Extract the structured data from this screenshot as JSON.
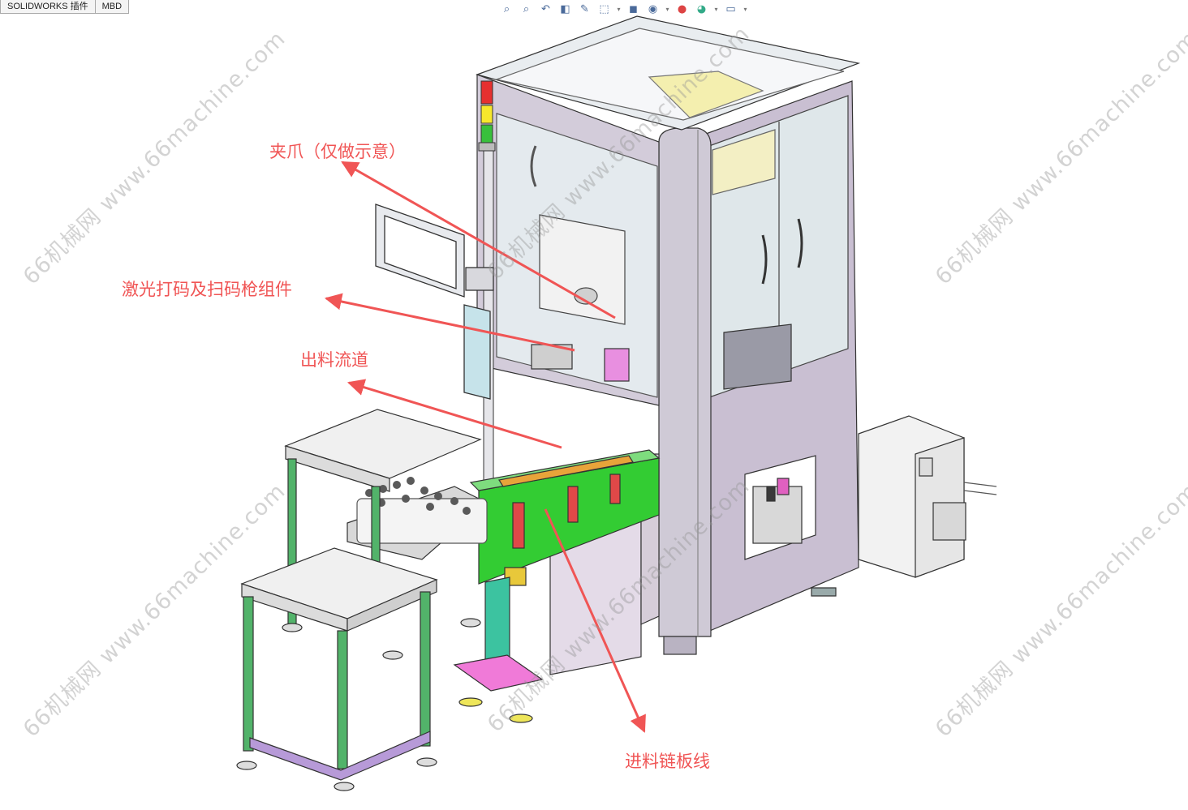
{
  "tabs": [
    {
      "label": "SOLIDWORKS 插件"
    },
    {
      "label": "MBD"
    }
  ],
  "toolbar": [
    {
      "icon": "zoom-to-fit-icon",
      "glyph": "⌕"
    },
    {
      "icon": "zoom-area-icon",
      "glyph": "⌕"
    },
    {
      "icon": "previous-view-icon",
      "glyph": "↶"
    },
    {
      "icon": "section-view-icon",
      "glyph": "◧"
    },
    {
      "icon": "dynamic-annotation-icon",
      "glyph": "✎"
    },
    {
      "icon": "view-orientation-icon",
      "glyph": "⬚"
    },
    {
      "icon": "display-style-icon",
      "glyph": "◼"
    },
    {
      "icon": "hide-show-items-icon",
      "glyph": "◉"
    },
    {
      "icon": "edit-appearance-icon",
      "glyph": "●"
    },
    {
      "icon": "apply-scene-icon",
      "glyph": "◕"
    },
    {
      "icon": "view-settings-icon",
      "glyph": "▭"
    }
  ],
  "callouts": {
    "gripper": "夹爪（仅做示意）",
    "laser": "激光打码及扫码枪组件",
    "discharge": "出料流道",
    "feed": "进料链板线"
  },
  "watermark": "66机械网 www.66machine.com",
  "colors": {
    "callout": "#f05555",
    "frame": "#c9c0d3",
    "conveyor": "#33cc33",
    "tray": "#e8a43a",
    "pink_part": "#f07ad8"
  }
}
